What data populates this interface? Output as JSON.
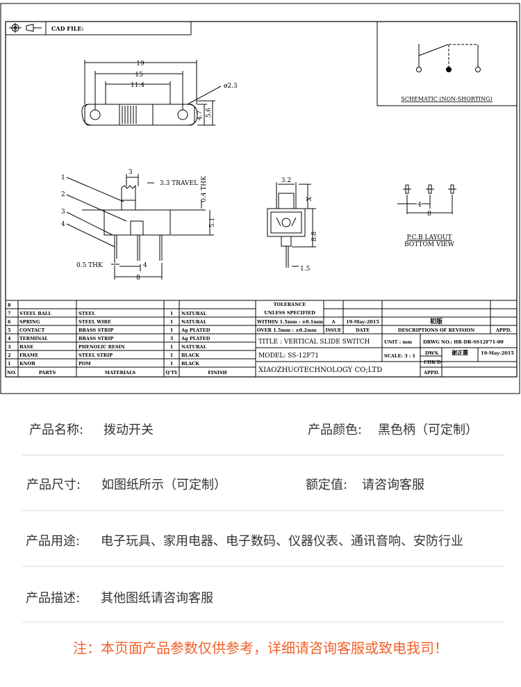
{
  "drawing": {
    "cad_file": "CAD FILE:",
    "schematic_title": "SCHEMATIC (NON-SHORTING)",
    "pcb_title": "P.C.B LAYOUT",
    "pcb_sub": "BOTTOM VIEW",
    "dims": {
      "d19": "19",
      "d15": "15",
      "d114": "11.4",
      "d23": "ø2.3",
      "d47": "4.7",
      "d56": "5.6",
      "d3": "3",
      "travel": "3.3 TRAVEL",
      "thk04": "0.4 THK",
      "d51": "5.1",
      "thk05": "0.5 THK",
      "d4": "4",
      "d8": "8",
      "d32": "3.2",
      "x": "X",
      "d88": "8.8",
      "d15b": "1.5",
      "pcb4": "4",
      "pcb8": "8",
      "n1": "1",
      "n2": "2",
      "n3": "3",
      "n4": "4"
    },
    "parts": [
      {
        "no": "8",
        "part": "",
        "material": "",
        "qty": "",
        "finish": ""
      },
      {
        "no": "7",
        "part": "STEEL BALL",
        "material": "STEEL",
        "qty": "1",
        "finish": "NATURAL"
      },
      {
        "no": "6",
        "part": "SPRING",
        "material": "STEEL WIRE",
        "qty": "1",
        "finish": "NATURAL"
      },
      {
        "no": "5",
        "part": "CONTACT",
        "material": "BRASS STRIP",
        "qty": "1",
        "finish": "Ag PLATED"
      },
      {
        "no": "4",
        "part": "TERMINAL",
        "material": "BRASS STRIP",
        "qty": "3",
        "finish": "Ag PLATED"
      },
      {
        "no": "3",
        "part": "BASE",
        "material": "PHENOLIC RESIN",
        "qty": "1",
        "finish": "NATURAL"
      },
      {
        "no": "2",
        "part": "FRAME",
        "material": "STEEL STRIP",
        "qty": "1",
        "finish": "BLACK"
      },
      {
        "no": "1",
        "part": "KNOB",
        "material": "POM",
        "qty": "1",
        "finish": "BLACK"
      }
    ],
    "parts_header": {
      "no": "NO.",
      "part": "PARTS",
      "material": "MATERIALS",
      "qty": "Q'TY",
      "finish": "FINISH"
    },
    "title_block": {
      "tolerance": "TOLERANCE",
      "unless": "UNLESS SPECIFIED",
      "within": "WITHIN 1.5mm : ±0.1mm",
      "over": "OVER 1.5mm : ±0.2mm",
      "rev": "A",
      "rev_date": "19-May-2015",
      "rev_desc": "初版",
      "issue": "ISSUE",
      "date": "DATE",
      "desc_rev": "DESCRIPTIONS OF REVISION",
      "appd": "APPD.",
      "title": "TITLE : VERTICAL SLIDE SWITCH",
      "unit": "UNIT : mm",
      "dwg": "DRWG NO.: HR-DR-SS12F71-00",
      "model": "MODEL: SS-12F71",
      "scale": "SCALE: 3 : 1",
      "dwn": "DWN.",
      "dwn_name": "谢正蕙",
      "dwn_date": "19-May-2015",
      "chkd": "CHK'D",
      "company": "XIAOZHUOTECHNOLOGY CO;LTD",
      "appd2": "APPD."
    }
  },
  "specs": {
    "name_label": "产品名称:",
    "name_value": "拨动开关",
    "color_label": "产品颜色:",
    "color_value": "黑色柄（可定制）",
    "size_label": "产品尺寸:",
    "size_value": "如图纸所示（可定制）",
    "rating_label": "额定值:",
    "rating_value": "请咨询客服",
    "use_label": "产品用途:",
    "use_value": "电子玩具、家用电器、电子数码、仪器仪表、通讯音响、安防行业",
    "desc_label": "产品描述:",
    "desc_value": "其他图纸请咨询客服",
    "note": "注：本页面产品参数仅供参考，详细请咨询客服或致电我司！"
  }
}
